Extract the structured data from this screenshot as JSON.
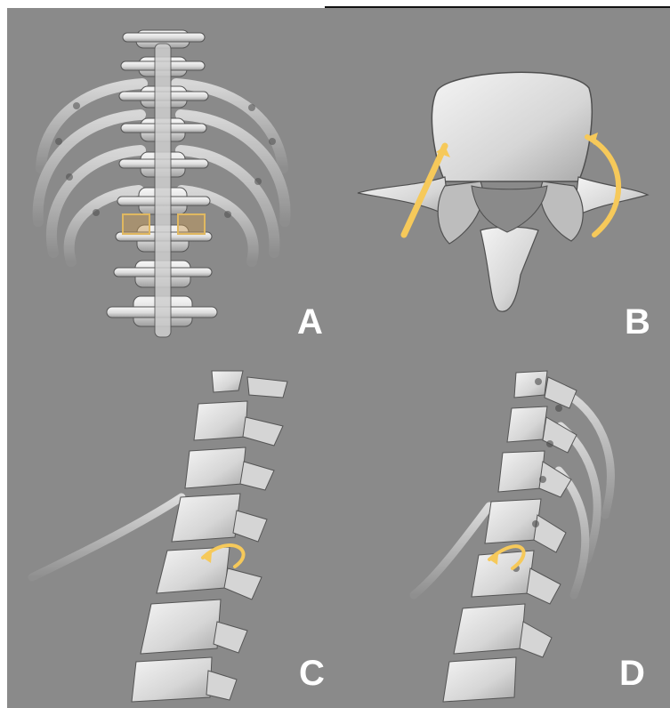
{
  "panels": {
    "a": {
      "label": "A"
    },
    "b": {
      "label": "B"
    },
    "c": {
      "label": "C"
    },
    "d": {
      "label": "D"
    }
  },
  "colors": {
    "background": "#8a8a8a",
    "bone": "#e6e6e6",
    "bone_shadow": "#5a5a5a",
    "arrow": "#f6c95a",
    "label": "#ffffff"
  },
  "icons": {
    "a": "spine-posterior-view",
    "b": "vertebra-axial-view",
    "c": "spine-lateral-view",
    "d": "spine-oblique-view"
  }
}
